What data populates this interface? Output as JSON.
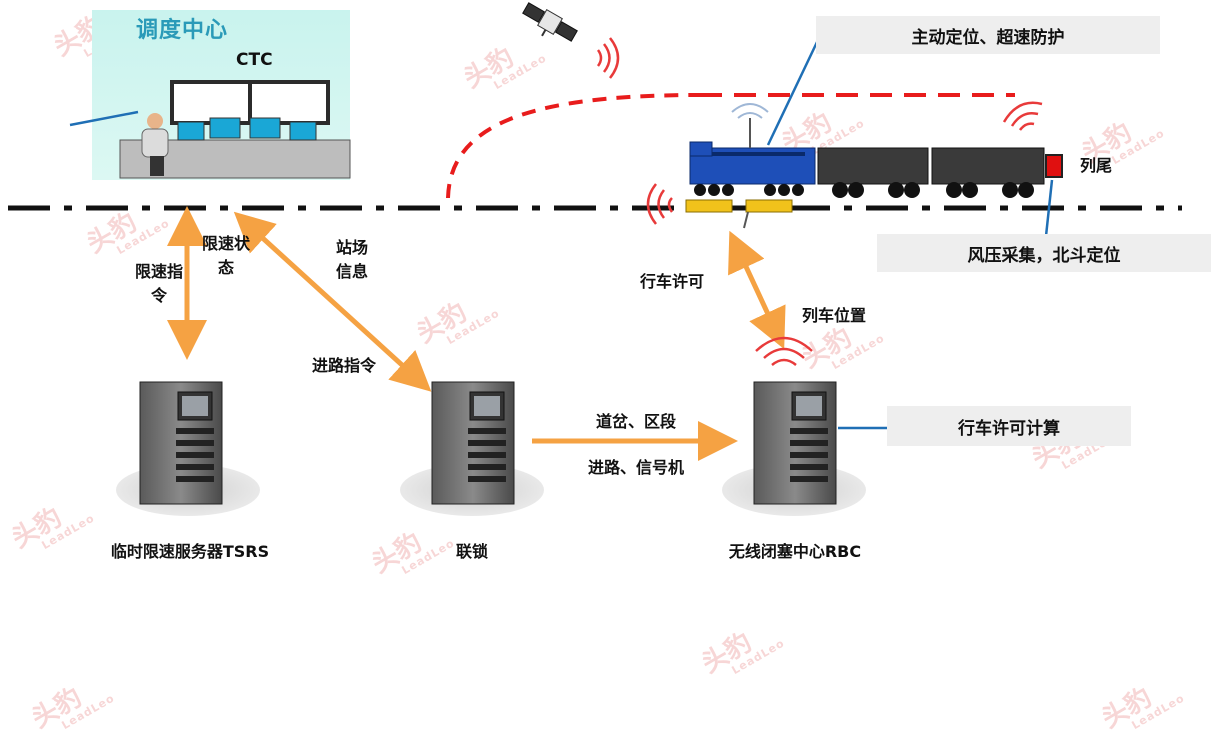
{
  "ctc": {
    "title": "调度中心",
    "label": "CTC"
  },
  "train": {
    "tail_label": "列尾"
  },
  "callouts": {
    "active_positioning": "主动定位、超速防护",
    "air_pressure": "风压采集，北斗定位",
    "ma_calc": "行车许可计算"
  },
  "links": {
    "speed_limit_status_line1": "限速状",
    "speed_limit_status_line2": "态",
    "speed_limit_cmd_line1": "限速指",
    "speed_limit_cmd_line2": "令",
    "station_info_line1": "站场",
    "station_info_line2": "信息",
    "route_cmd": "进路指令",
    "movement_authority": "行车许可",
    "train_position": "列车位置",
    "switch_section": "道岔、区段",
    "route_signal": "进路、信号机"
  },
  "servers": {
    "tsrs": "临时限速服务器TSRS",
    "interlocking": "联锁",
    "rbc": "无线闭塞中心RBC"
  },
  "watermark": {
    "cn": "头豹",
    "en": "LeadLeo"
  },
  "colors": {
    "arrow": "#f5a243",
    "radio": "#e83a3a",
    "dashed_path": "#e81c1c",
    "callout_line": "#1f6fb5",
    "locomotive": "#1e4fb8",
    "wagon": "#3a3a3a",
    "tail_device": "#e01010"
  }
}
